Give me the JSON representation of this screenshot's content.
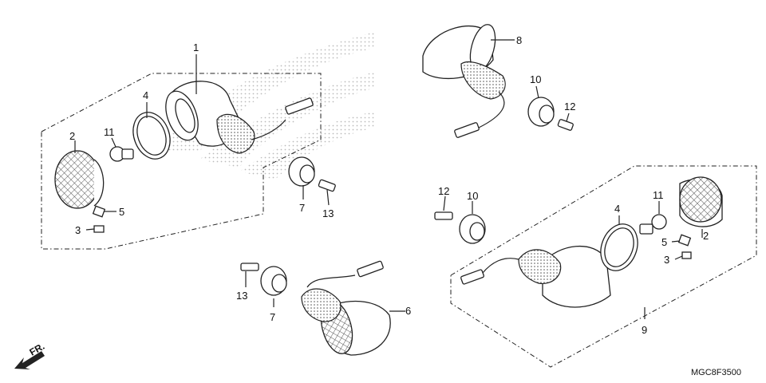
{
  "diagram": {
    "code": "MGC8F3500",
    "direction_label": "FR.",
    "callouts": [
      {
        "id": "c-tl-1",
        "text": "1"
      },
      {
        "id": "c-tl-2",
        "text": "2"
      },
      {
        "id": "c-tl-3",
        "text": "3"
      },
      {
        "id": "c-tl-4",
        "text": "4"
      },
      {
        "id": "c-tl-5",
        "text": "5"
      },
      {
        "id": "c-tl-7",
        "text": "7"
      },
      {
        "id": "c-tl-11",
        "text": "11"
      },
      {
        "id": "c-tl-13",
        "text": "13"
      },
      {
        "id": "c-tr-8",
        "text": "8"
      },
      {
        "id": "c-tr-10",
        "text": "10"
      },
      {
        "id": "c-tr-12",
        "text": "12"
      },
      {
        "id": "c-rm-10",
        "text": "10"
      },
      {
        "id": "c-rm-12",
        "text": "12"
      },
      {
        "id": "c-rr-2",
        "text": "2"
      },
      {
        "id": "c-rr-3",
        "text": "3"
      },
      {
        "id": "c-rr-4",
        "text": "4"
      },
      {
        "id": "c-rr-5",
        "text": "5"
      },
      {
        "id": "c-rr-9",
        "text": "9"
      },
      {
        "id": "c-rr-11",
        "text": "11"
      },
      {
        "id": "c-bm-6",
        "text": "6"
      },
      {
        "id": "c-bm-7",
        "text": "7"
      },
      {
        "id": "c-bm-13",
        "text": "13"
      }
    ]
  }
}
